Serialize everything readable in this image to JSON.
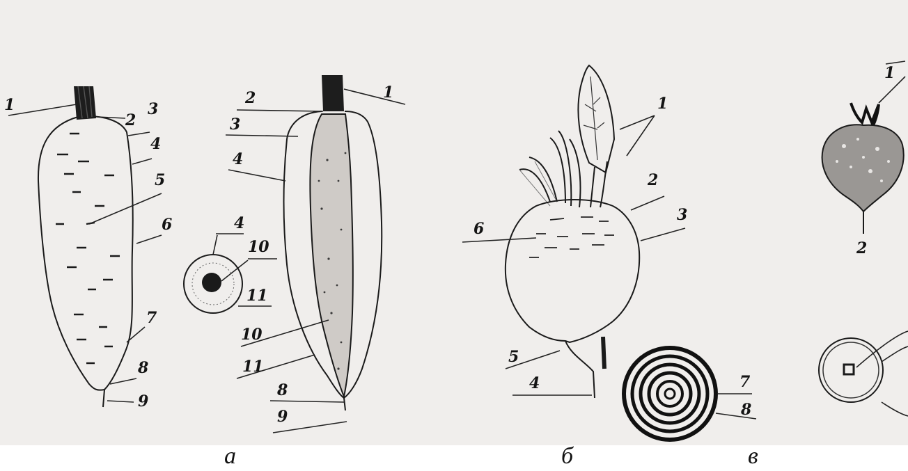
{
  "figures": [
    {
      "id": "a",
      "caption": "а",
      "labels": {
        "l1": "1",
        "l2": "2",
        "l3": "3",
        "l4": "4",
        "l5": "5",
        "l6": "6",
        "l7": "7",
        "l8": "8",
        "l9": "9",
        "s1": "1",
        "s2": "2",
        "s3": "3",
        "s4": "4",
        "s8": "8",
        "s9": "9",
        "s10": "10",
        "s11": "11",
        "c4": "4",
        "c10": "10",
        "c11": "11"
      }
    },
    {
      "id": "b",
      "caption": "б",
      "labels": {
        "l1": "1",
        "l2": "2",
        "l3": "3",
        "l4": "4",
        "l5": "5",
        "l6": "6",
        "l7": "7",
        "l8": "8"
      }
    },
    {
      "id": "v",
      "caption": "в",
      "labels": {
        "l1": "1",
        "l2": "2"
      }
    }
  ]
}
